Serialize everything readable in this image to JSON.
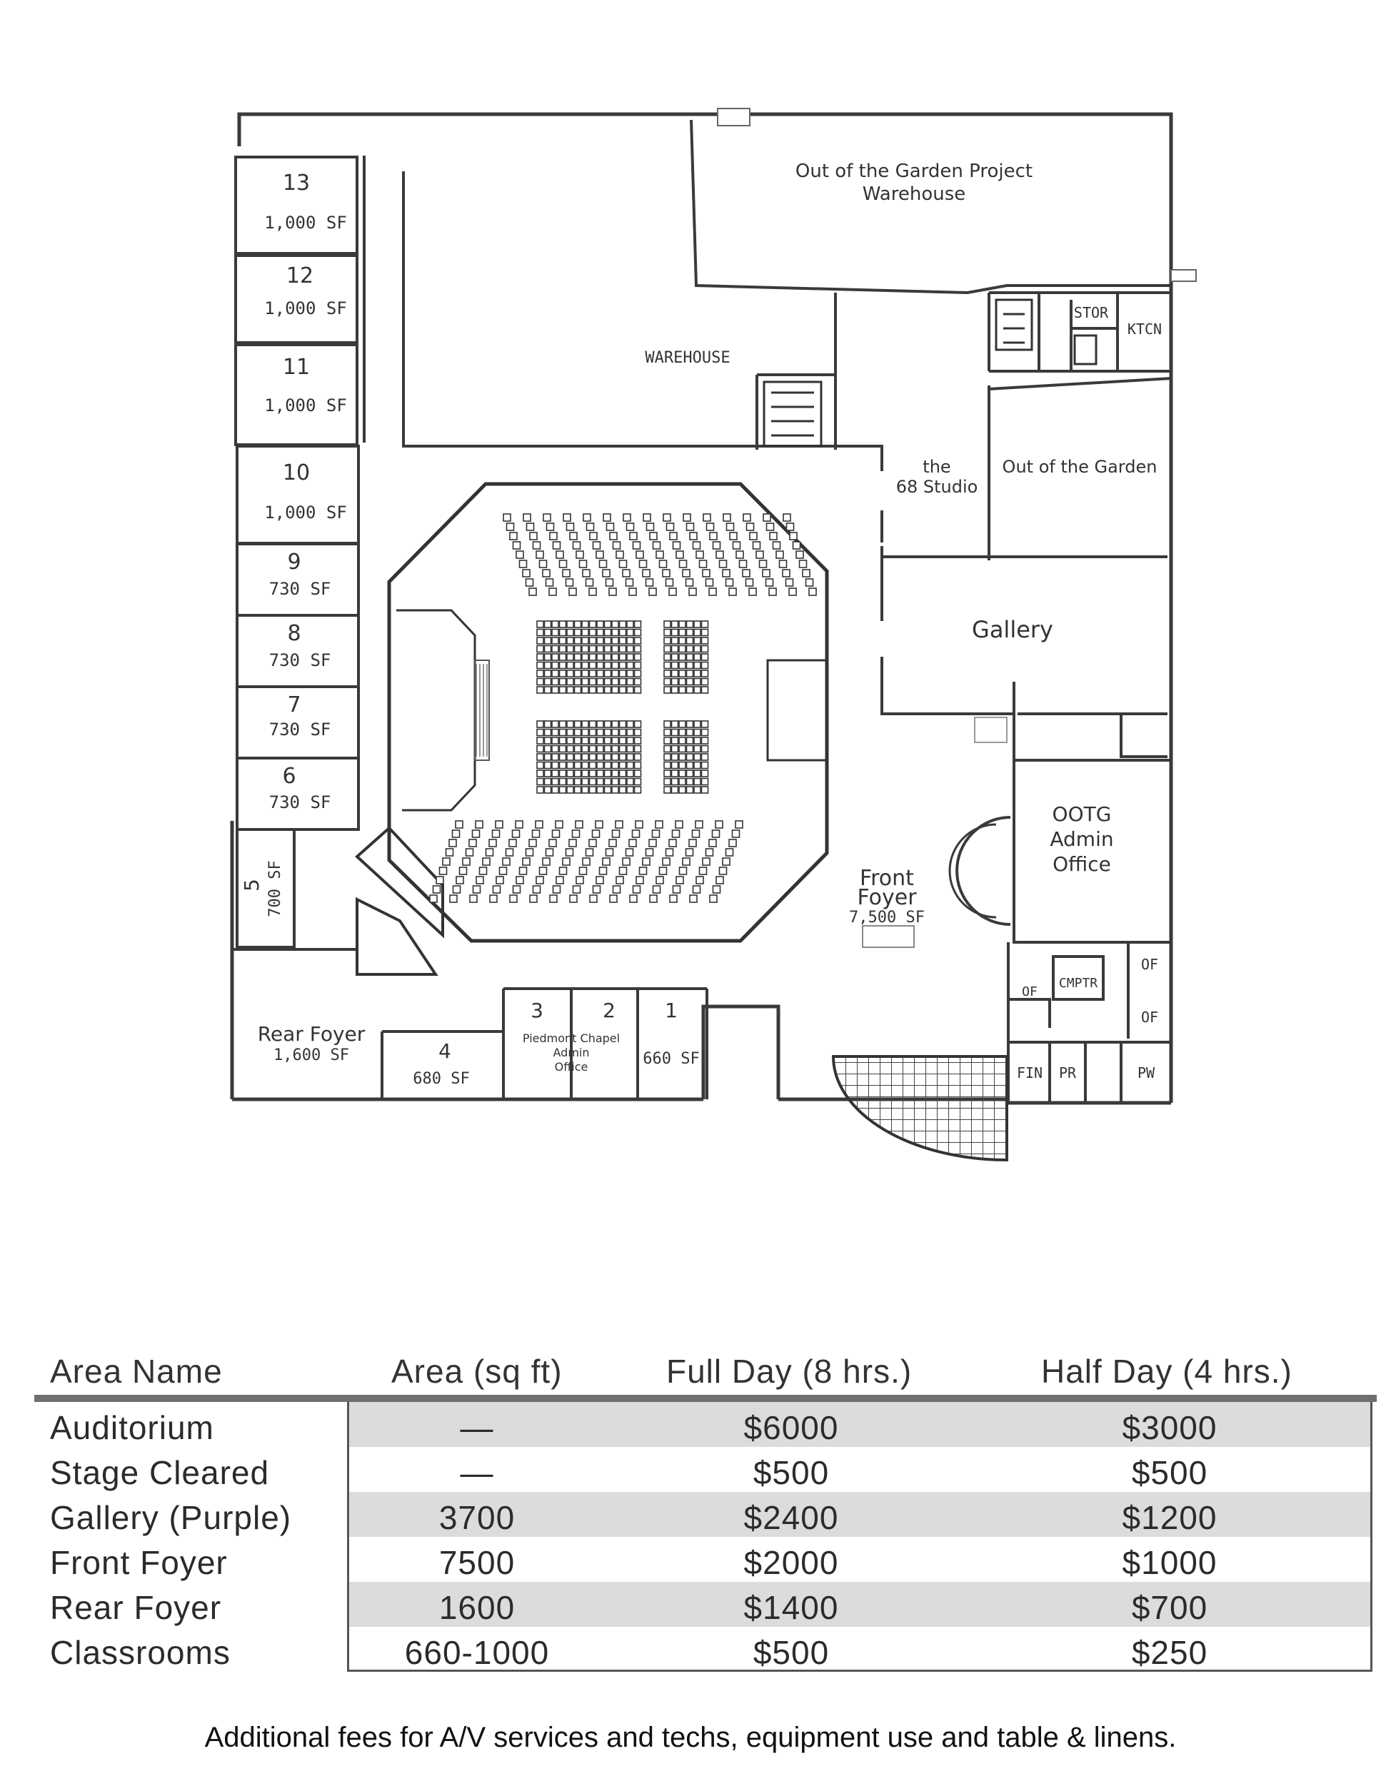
{
  "floorplan": {
    "rooms": {
      "r13": {
        "num": "13",
        "area": "1,000 SF"
      },
      "r12": {
        "num": "12",
        "area": "1,000 SF"
      },
      "r11": {
        "num": "11",
        "area": "1,000 SF"
      },
      "r10": {
        "num": "10",
        "area": "1,000 SF"
      },
      "r9": {
        "num": "9",
        "area": "730 SF"
      },
      "r8": {
        "num": "8",
        "area": "730 SF"
      },
      "r7": {
        "num": "7",
        "area": "730 SF"
      },
      "r6": {
        "num": "6",
        "area": "730 SF"
      },
      "r5": {
        "num": "5",
        "area": "700 SF"
      },
      "r4": {
        "num": "4",
        "area": "680 SF"
      },
      "r3": {
        "num": "3"
      },
      "r2": {
        "num": "2"
      },
      "r1": {
        "num": "1",
        "area": "660 SF"
      }
    },
    "labels": {
      "ootg_warehouse_1": "Out of the Garden Project",
      "ootg_warehouse_2": "Warehouse",
      "warehouse": "WAREHOUSE",
      "stor": "STOR",
      "ktcn": "KTCN",
      "studio_1": "the",
      "studio_2": "68 Studio",
      "ootg": "Out of the Garden",
      "gallery": "Gallery",
      "admin_1": "OOTG",
      "admin_2": "Admin",
      "admin_3": "Office",
      "front_1": "Front",
      "front_2": "Foyer",
      "front_3": "7,500 SF",
      "rear_1": "Rear Foyer",
      "rear_2": "1,600 SF",
      "chapel_1": "Piedmont Chapel",
      "chapel_2": "Admin",
      "chapel_3": "Office",
      "of": "OF",
      "cmptr": "CMPTR",
      "fin": "FIN",
      "pr": "PR",
      "pw": "PW"
    }
  },
  "rates_table": {
    "headers": [
      "Area Name",
      "Area (sq ft)",
      "Full Day (8 hrs.)",
      "Half Day (4 hrs.)"
    ],
    "rows": [
      {
        "name": "Auditorium",
        "area": "—",
        "full": "$6000",
        "half": "$3000"
      },
      {
        "name": "Stage Cleared",
        "area": "—",
        "full": "$500",
        "half": "$500"
      },
      {
        "name": "Gallery (Purple)",
        "area": "3700",
        "full": "$2400",
        "half": "$1200"
      },
      {
        "name": "Front Foyer",
        "area": "7500",
        "full": "$2000",
        "half": "$1000"
      },
      {
        "name": "Rear Foyer",
        "area": "1600",
        "full": "$1400",
        "half": "$700"
      },
      {
        "name": "Classrooms",
        "area": "660-1000",
        "full": "$500",
        "half": "$250"
      }
    ]
  },
  "footer_note": "Additional fees for A/V services and techs, equipment use and table & linens."
}
